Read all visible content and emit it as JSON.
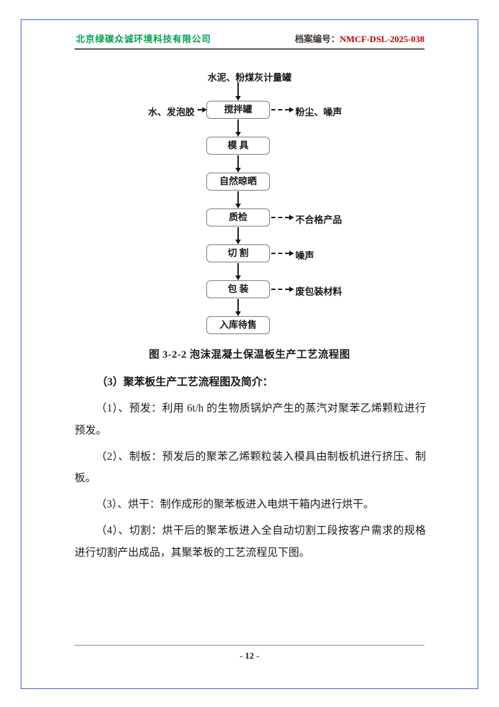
{
  "header": {
    "company": "北京绿碳众诚环境科技有限公司",
    "archive_label": "档案编号：",
    "archive_number": "NMCF-DSL-2025-038"
  },
  "flowchart": {
    "top_input": "水泥、粉煤灰计量罐",
    "left_input": "水、发泡胶",
    "nodes": [
      {
        "label": "搅拌罐",
        "side_output": "粉尘、噪声"
      },
      {
        "label": "模 具"
      },
      {
        "label": "自然晾晒"
      },
      {
        "label": "质检",
        "side_output": "不合格产品"
      },
      {
        "label": "切 割",
        "side_output": "噪声"
      },
      {
        "label": "包 装",
        "side_output": "废包装材料"
      },
      {
        "label": "入库待售"
      }
    ]
  },
  "caption": "图 3-2-2 泡沫混凝土保温板生产工艺流程图",
  "section_heading": "（3）聚苯板生产工艺流程图及简介：",
  "paragraphs": [
    "（1）、预发：利用 6t/h 的生物质锅炉产生的蒸汽对聚苯乙烯颗粒进行预发。",
    "（2）、制板：预发后的聚苯乙烯颗粒装入模具由制板机进行挤压、制板。",
    "（3）、烘干：制作成形的聚苯板进入电烘干箱内进行烘干。",
    "（4）、切割：烘干后的聚苯板进入全自动切割工段按客户需求的规格进行切割产出成品，其聚苯板的工艺流程见下图。"
  ],
  "footer": {
    "page_number": "- 12 -"
  }
}
